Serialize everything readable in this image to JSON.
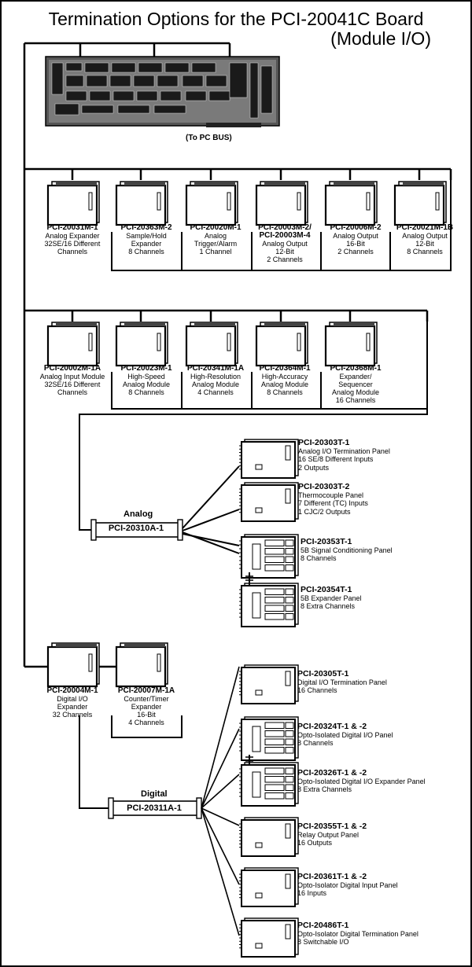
{
  "title": "Termination Options for the PCI-20041C Board",
  "subtitle": "(Module I/O)",
  "board_note": "(To PC BUS)",
  "row1": [
    {
      "pn": "PCI-20031M-1",
      "lines": [
        "Analog Expander",
        "32SE/16 Different",
        "Channels"
      ]
    },
    {
      "pn": "PCI-20363M-2",
      "lines": [
        "Sample/Hold",
        "Expander",
        "8 Channels"
      ]
    },
    {
      "pn": "PCI-20020M-1",
      "lines": [
        "Analog",
        "Trigger/Alarm",
        "1 Channel"
      ]
    },
    {
      "pn": "PCI-20003M-2/",
      "pn2": "PCI-20003M-4",
      "lines": [
        "Analog Output",
        "12-Bit",
        "2 Channels"
      ]
    },
    {
      "pn": "PCI-20006M-2",
      "lines": [
        "Analog Output",
        "16-Bit",
        "2 Channels"
      ]
    },
    {
      "pn": "PCI-20021M-1B",
      "lines": [
        "Analog Output",
        "12-Bit",
        "8 Channels"
      ]
    }
  ],
  "row2": [
    {
      "pn": "PCI-20002M-1A",
      "lines": [
        "Analog Input Module",
        "32SE/16 Different",
        "Channels"
      ]
    },
    {
      "pn": "PCI-20023M-1",
      "lines": [
        "High-Speed",
        "Analog Module",
        "8 Channels"
      ]
    },
    {
      "pn": "PCI-20341M-1A",
      "lines": [
        "High-Resolution",
        "Analog Module",
        "4 Channels"
      ]
    },
    {
      "pn": "PCI-20364M-1",
      "lines": [
        "High-Accuracy",
        "Analog Module",
        "8 Channels"
      ]
    },
    {
      "pn": "PCI-20368M-1",
      "lines": [
        "Expander/",
        "Sequencer",
        "Analog Module",
        "16 Channels"
      ]
    }
  ],
  "row3": [
    {
      "pn": "PCI-20004M-1",
      "lines": [
        "Digital I/O",
        "Expander",
        "32 Channels"
      ]
    },
    {
      "pn": "PCI-20007M-1A",
      "lines": [
        "Counter/Timer",
        "Expander",
        "16-Bit",
        "4 Channels"
      ]
    }
  ],
  "analog_header": "Analog",
  "analog_cable": "PCI-20310A-1",
  "digital_header": "Digital",
  "digital_cable": "PCI-20311A-1",
  "analog_panels": [
    {
      "pn": "PCI-20303T-1",
      "lines": [
        "Analog I/O Termination Panel",
        "16 SE/8 Different Inputs",
        "2 Outputs"
      ]
    },
    {
      "pn": "PCI-20303T-2",
      "lines": [
        "Thermocouple Panel",
        "7 Different (TC) Inputs",
        "1 CJC/2 Outputs"
      ]
    },
    {
      "pn": "PCI-20353T-1",
      "lines": [
        "5B Signal Conditioning Panel",
        "8 Channels"
      ]
    },
    {
      "pn": "PCI-20354T-1",
      "lines": [
        "5B Expander Panel",
        "8 Extra Channels"
      ]
    }
  ],
  "digital_panels": [
    {
      "pn": "PCI-20305T-1",
      "lines": [
        "Digital I/O Termination Panel",
        "16 Channels"
      ]
    },
    {
      "pn": "PCI-20324T-1 & -2",
      "lines": [
        "Opto-Isolated Digital I/O Panel",
        "8 Channels"
      ]
    },
    {
      "pn": "PCI-20326T-1 & -2",
      "lines": [
        "Opto-Isolated Digital I/O Expander Panel",
        "8 Extra Channels"
      ]
    },
    {
      "pn": "PCI-20355T-1 & -2",
      "lines": [
        "Relay Output Panel",
        "16 Outputs"
      ]
    },
    {
      "pn": "PCI-20361T-1 & -2",
      "lines": [
        "Opto-Isolator Digital Input Panel",
        "16 Inputs"
      ]
    },
    {
      "pn": "PCI-20486T-1",
      "lines": [
        "Opto-Isolator Digital Termination Panel",
        "8 Switchable I/O"
      ]
    }
  ]
}
